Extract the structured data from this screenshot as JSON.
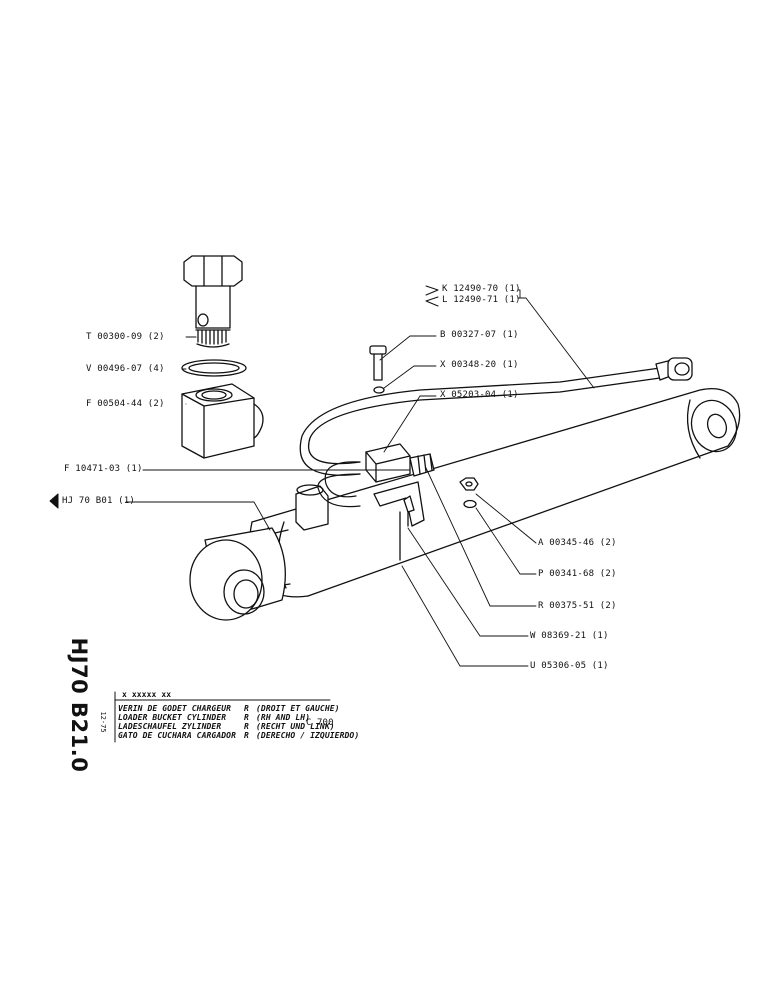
{
  "drawing_code": "HJ70 B21.0",
  "drawing_date": "12-75",
  "title_block": {
    "header_marks": "x xxxxx xx",
    "lines": [
      {
        "name": "VERIN DE GODET CHARGEUR",
        "side_code": "R",
        "side_text": "(DROIT ET GAUCHE)"
      },
      {
        "name": "LOADER BUCKET CYLINDER",
        "side_code": "R",
        "side_text": "(RH AND LH)"
      },
      {
        "name": "LADESCHAUFEL ZYLINDER",
        "side_code": "R",
        "side_text": "(RECHT UND LINK)"
      },
      {
        "name": "GATO DE CUCHARA CARGADOR",
        "side_code": "R",
        "side_text": "(DERECHO / IZQUIERDO)"
      }
    ],
    "model": "C 700"
  },
  "part_labels": {
    "t_00300": "T 00300-09 (2)",
    "v_00496": "V 00496-07 (4)",
    "f_00504": "F 00504-44 (2)",
    "f_10471": "F 10471-03 (1)",
    "hj70_b01": "HJ 70 B01 (1)",
    "k_12490": "K 12490-70 (1)",
    "l_12490": "L 12490-71 (1)",
    "b_00327": "B 00327-07 (1)",
    "x_00348": "X 00348-20 (1)",
    "x_05203": "X 05203-04 (1)",
    "a_00345": "A 00345-46 (2)",
    "p_00341": "P 00341-68 (2)",
    "r_00375": "R 00375-51 (2)",
    "w_08369": "W 08369-21 (1)",
    "u_05306": "U 05306-05 (1)"
  }
}
